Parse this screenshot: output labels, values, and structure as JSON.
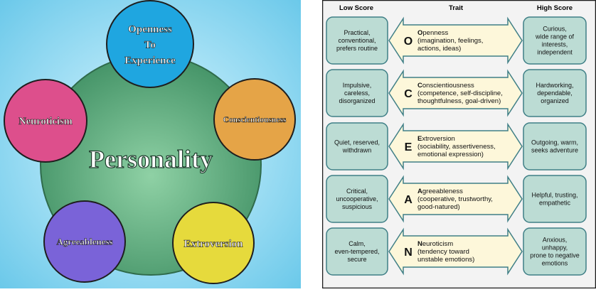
{
  "diagram": {
    "center_label": "Personality",
    "traits": [
      {
        "lines": [
          "Openness",
          "To",
          "Experience"
        ],
        "color": "#1fa6e0"
      },
      {
        "lines": [
          "Conscientiousness"
        ],
        "color": "#e5a447"
      },
      {
        "lines": [
          "Extroversion"
        ],
        "color": "#e6da3c"
      },
      {
        "lines": [
          "Agreeableness"
        ],
        "color": "#7a63d8"
      },
      {
        "lines": [
          "Neuroticism"
        ],
        "color": "#dd4f8c"
      }
    ],
    "colors": {
      "background": "#7fd3ef",
      "pentagon": "#4a9a6e",
      "text": "#ffffff"
    }
  },
  "table": {
    "headers": {
      "low": "Low Score",
      "trait": "Trait",
      "high": "High Score"
    },
    "rows": [
      {
        "letter": "O",
        "first_letter": "O",
        "title_rest": "penness",
        "detail": [
          "(imagination, feelings,",
          "actions, ideas)"
        ],
        "low": [
          "Practical,",
          "conventional,",
          "prefers routine"
        ],
        "high": [
          "Curious,",
          "wide range of",
          "interests,",
          "independent"
        ]
      },
      {
        "letter": "C",
        "first_letter": "C",
        "title_rest": "onscientiousness",
        "detail": [
          "(competence, self-discipline,",
          "thoughtfulness, goal-driven)"
        ],
        "low": [
          "Impulsive,",
          "careless,",
          "disorganized"
        ],
        "high": [
          "Hardworking,",
          "dependable,",
          "organized"
        ]
      },
      {
        "letter": "E",
        "first_letter": "E",
        "title_rest": "xtroversion",
        "detail": [
          "(sociability, assertiveness,",
          "emotional expression)"
        ],
        "low": [
          "Quiet, reserved,",
          "withdrawn"
        ],
        "high": [
          "Outgoing, warm,",
          "seeks adventure"
        ]
      },
      {
        "letter": "A",
        "first_letter": "A",
        "title_rest": "greeableness",
        "detail": [
          "(cooperative, trustworthy,",
          "good-natured)"
        ],
        "low": [
          "Critical,",
          "uncooperative,",
          "suspicious"
        ],
        "high": [
          "Helpful, trusting,",
          "empathetic"
        ]
      },
      {
        "letter": "N",
        "first_letter": "N",
        "title_rest": "euroticism",
        "detail": [
          "(tendency toward",
          "unstable emotions)"
        ],
        "low": [
          "Calm,",
          "even-tempered,",
          "secure"
        ],
        "high": [
          "Anxious,",
          "unhappy,",
          "prone to negative",
          "emotions"
        ]
      }
    ],
    "colors": {
      "box": "#bcdcd4",
      "box_border": "#3f7f86",
      "arrow": "#fdf7da",
      "frame": "#1a1a1a",
      "panel": "#f3f3f3"
    }
  }
}
